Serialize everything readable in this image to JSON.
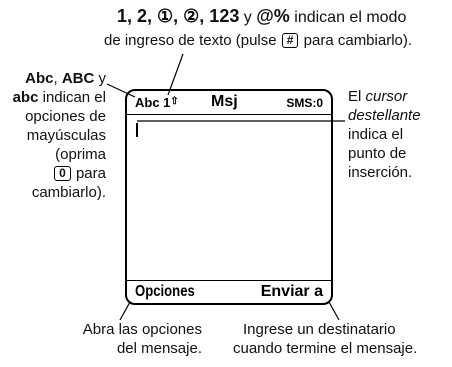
{
  "top_callout": {
    "line1_modes": "1, 2, ①, ②, 123",
    "line1_and": "y",
    "line1_symbols": "@%",
    "line1_rest": "indican el modo",
    "line2_before": "de ingreso de texto (pulse",
    "line2_key": "#",
    "line2_after": "para cambiarlo)."
  },
  "left_callout": {
    "line1_a": "Abc",
    "line1_sep": ",",
    "line1_b": "ABC",
    "line1_and": "y",
    "line2_c": "abc",
    "line2_rest": "indican el",
    "line3": "opciones de",
    "line4": "mayúsculas",
    "line5": "(oprima",
    "line6_key": "0",
    "line6_rest": "para",
    "line7": "cambiarlo)."
  },
  "right_callout": {
    "line1_a": "El",
    "line1_b": "cursor",
    "line2": "destellante",
    "line3": "indica el",
    "line4": "punto de",
    "line5": "inserción."
  },
  "screen": {
    "mode": "Abc 1",
    "mode_arrow": "⇧",
    "title": "Msj",
    "sms_counter": "SMS:0",
    "softkey_left": "Opciones",
    "softkey_right": "Enviar a"
  },
  "bottom_left_callout": {
    "line1": "Abra las opciones",
    "line2": "del mensaje."
  },
  "bottom_right_callout": {
    "line1": "Ingrese un destinatario",
    "line2": "cuando termine el mensaje."
  }
}
